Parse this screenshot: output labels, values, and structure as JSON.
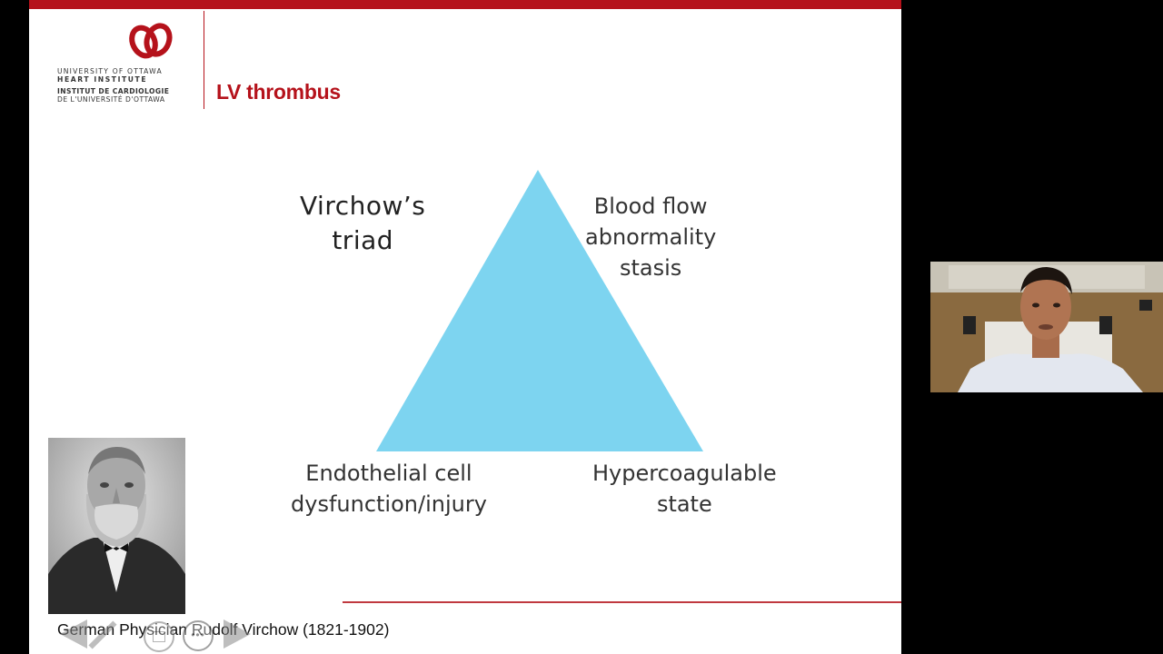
{
  "slide": {
    "logo": {
      "line1": "UNIVERSITY OF OTTAWA",
      "line2": "HEART INSTITUTE",
      "line3": "INSTITUT DE CARDIOLOGIE",
      "line4": "DE L'UNIVERSITÉ D'OTTAWA"
    },
    "title": "LV thrombus",
    "triad": {
      "heading_line1": "Virchow’s",
      "heading_line2": "triad",
      "blood_flow_line1": "Blood flow",
      "blood_flow_line2": "abnormality",
      "blood_flow_line3": "stasis",
      "endothelial_line1": "Endothelial cell",
      "endothelial_line2": "dysfunction/injury",
      "hyper_line1": "Hypercoagulable",
      "hyper_line2": "state"
    },
    "caption": "German Physician Rudolf Virchow (1821-1902)",
    "colors": {
      "brand_red": "#b5121b",
      "triangle_fill": "#7dd4f0"
    }
  },
  "controls": {
    "prev_icon": "arrow-left-icon",
    "pen_icon": "pen-icon",
    "slides_icon": "slides-grid-icon",
    "more_label": "•••",
    "next_icon": "arrow-right-icon"
  }
}
